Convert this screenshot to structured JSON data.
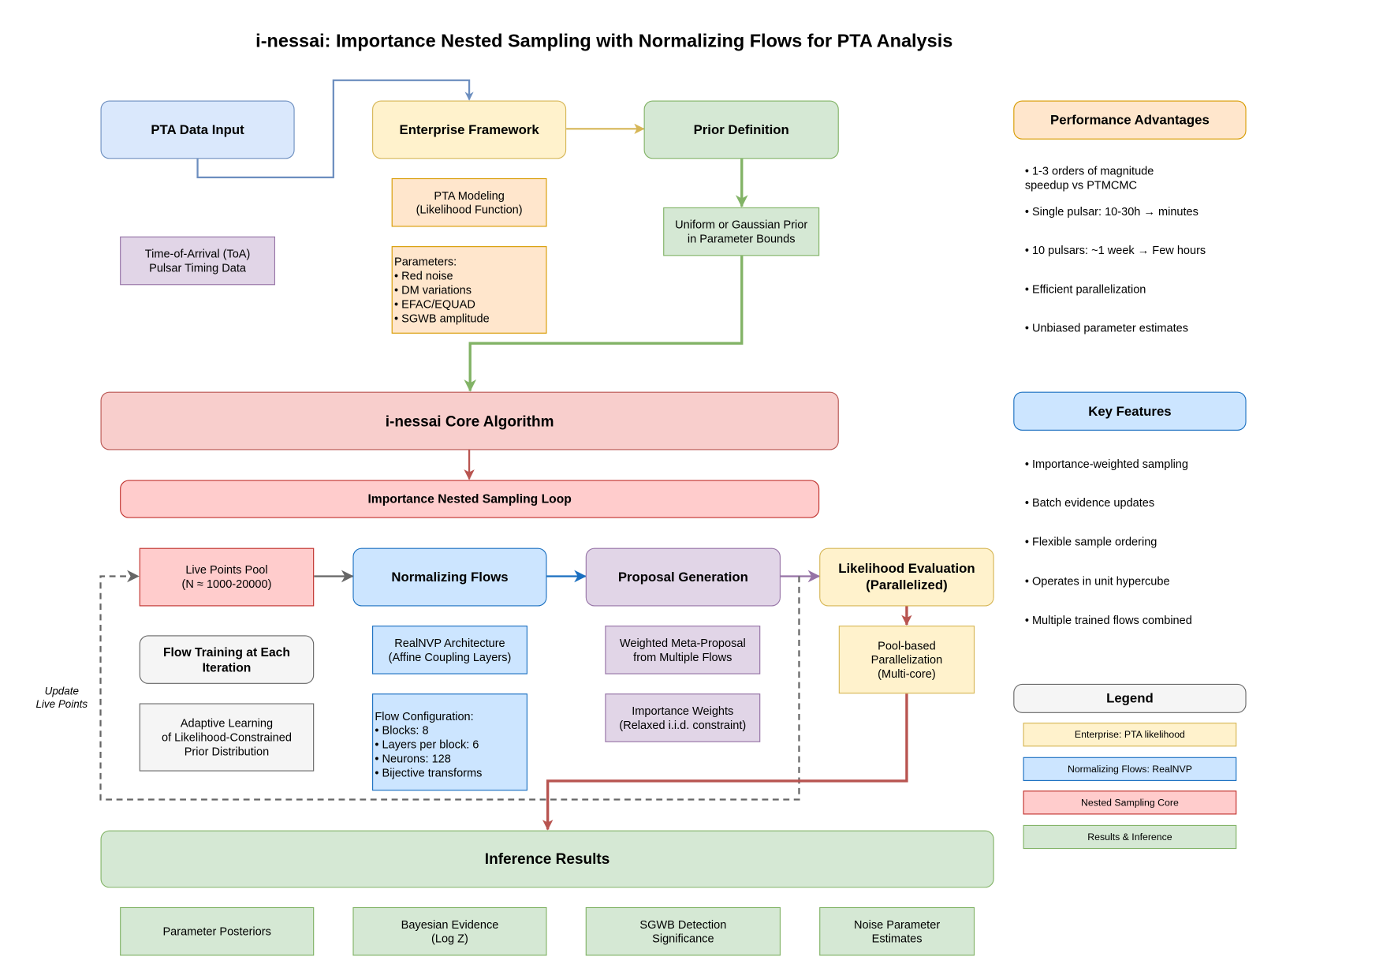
{
  "title": "i-nessai: Importance Nested Sampling with Normalizing Flows for PTA Analysis",
  "top_row": {
    "pta_data_input": "PTA Data Input",
    "enterprise_framework": "Enterprise Framework",
    "prior_definition": "Prior Definition",
    "toa_data": "Time-of-Arrival (ToA)\nPulsar Timing Data",
    "pta_modeling": "PTA Modeling\n(Likelihood Function)",
    "parameters": "Parameters:\n• Red noise\n• DM variations\n• EFAC/EQUAD\n• SGWB amplitude",
    "prior_type": "Uniform or Gaussian Prior\nin Parameter Bounds"
  },
  "core": {
    "core_algorithm": "i-nessai Core Algorithm",
    "sampling_loop": "Importance Nested Sampling Loop",
    "live_points_pool": "Live Points Pool\n(N ≈ 1000-20000)",
    "normalizing_flows": "Normalizing Flows",
    "proposal_generation": "Proposal Generation",
    "likelihood_evaluation": "Likelihood Evaluation\n(Parallelized)",
    "flow_training": "Flow Training at Each\nIteration",
    "adaptive_learning": "Adaptive Learning\nof Likelihood-Constrained\nPrior Distribution",
    "realnvp": "RealNVP Architecture\n(Affine Coupling Layers)",
    "flow_config": "Flow Configuration:\n• Blocks: 8\n• Layers per block: 6\n• Neurons: 128\n• Bijective transforms",
    "meta_proposal": "Weighted Meta-Proposal\nfrom Multiple Flows",
    "importance_weights": "Importance Weights\n(Relaxed i.i.d. constraint)",
    "pool_parallelization": "Pool-based\nParallelization\n(Multi-core)",
    "update_label": "Update\nLive Points"
  },
  "results": {
    "inference_results": "Inference Results",
    "outputs": [
      "Parameter Posteriors",
      "Bayesian Evidence\n(Log Z)",
      "SGWB Detection\nSignificance",
      "Noise Parameter\nEstimates"
    ]
  },
  "sidebar": {
    "performance_title": "Performance Advantages",
    "performance_items": [
      "• 1-3 orders of magnitude\nspeedup vs PTMCMC",
      "• Single pulsar: 10-30h → minutes",
      "• 10 pulsars: ~1 week → Few hours",
      "• Efficient parallelization",
      "• Unbiased parameter estimates"
    ],
    "features_title": "Key Features",
    "features_items": [
      "• Importance-weighted sampling",
      "• Batch evidence updates",
      "• Flexible sample ordering",
      "• Operates in unit hypercube",
      "• Multiple trained flows combined"
    ],
    "legend_title": "Legend",
    "legend_items": [
      "Enterprise: PTA likelihood",
      "Normalizing Flows: RealNVP",
      "Nested Sampling Core",
      "Results & Inference"
    ]
  },
  "colors": {
    "edge_blue": "#6c8ebf",
    "edge_yellow": "#d6b656",
    "edge_green": "#82b366",
    "edge_red": "#b85450",
    "edge_grey": "#666666",
    "edge_flow_blue": "#1a6fc0",
    "edge_purple": "#9673a6"
  }
}
